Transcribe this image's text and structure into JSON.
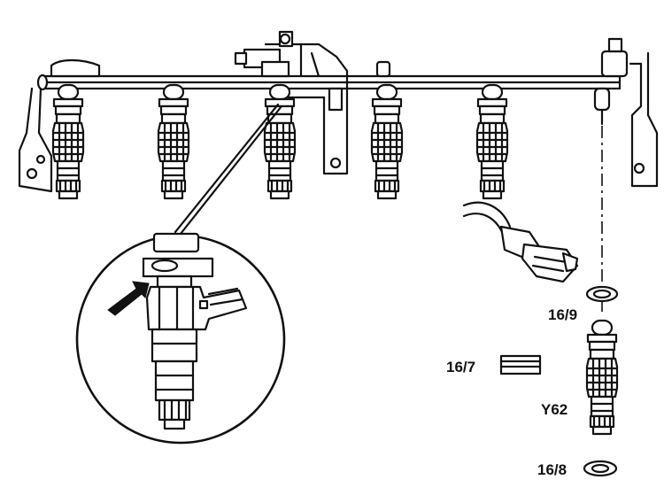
{
  "callouts": {
    "seal_upper": "16/9",
    "filter": "16/7",
    "injector": "Y62",
    "seal_lower": "16/8"
  }
}
